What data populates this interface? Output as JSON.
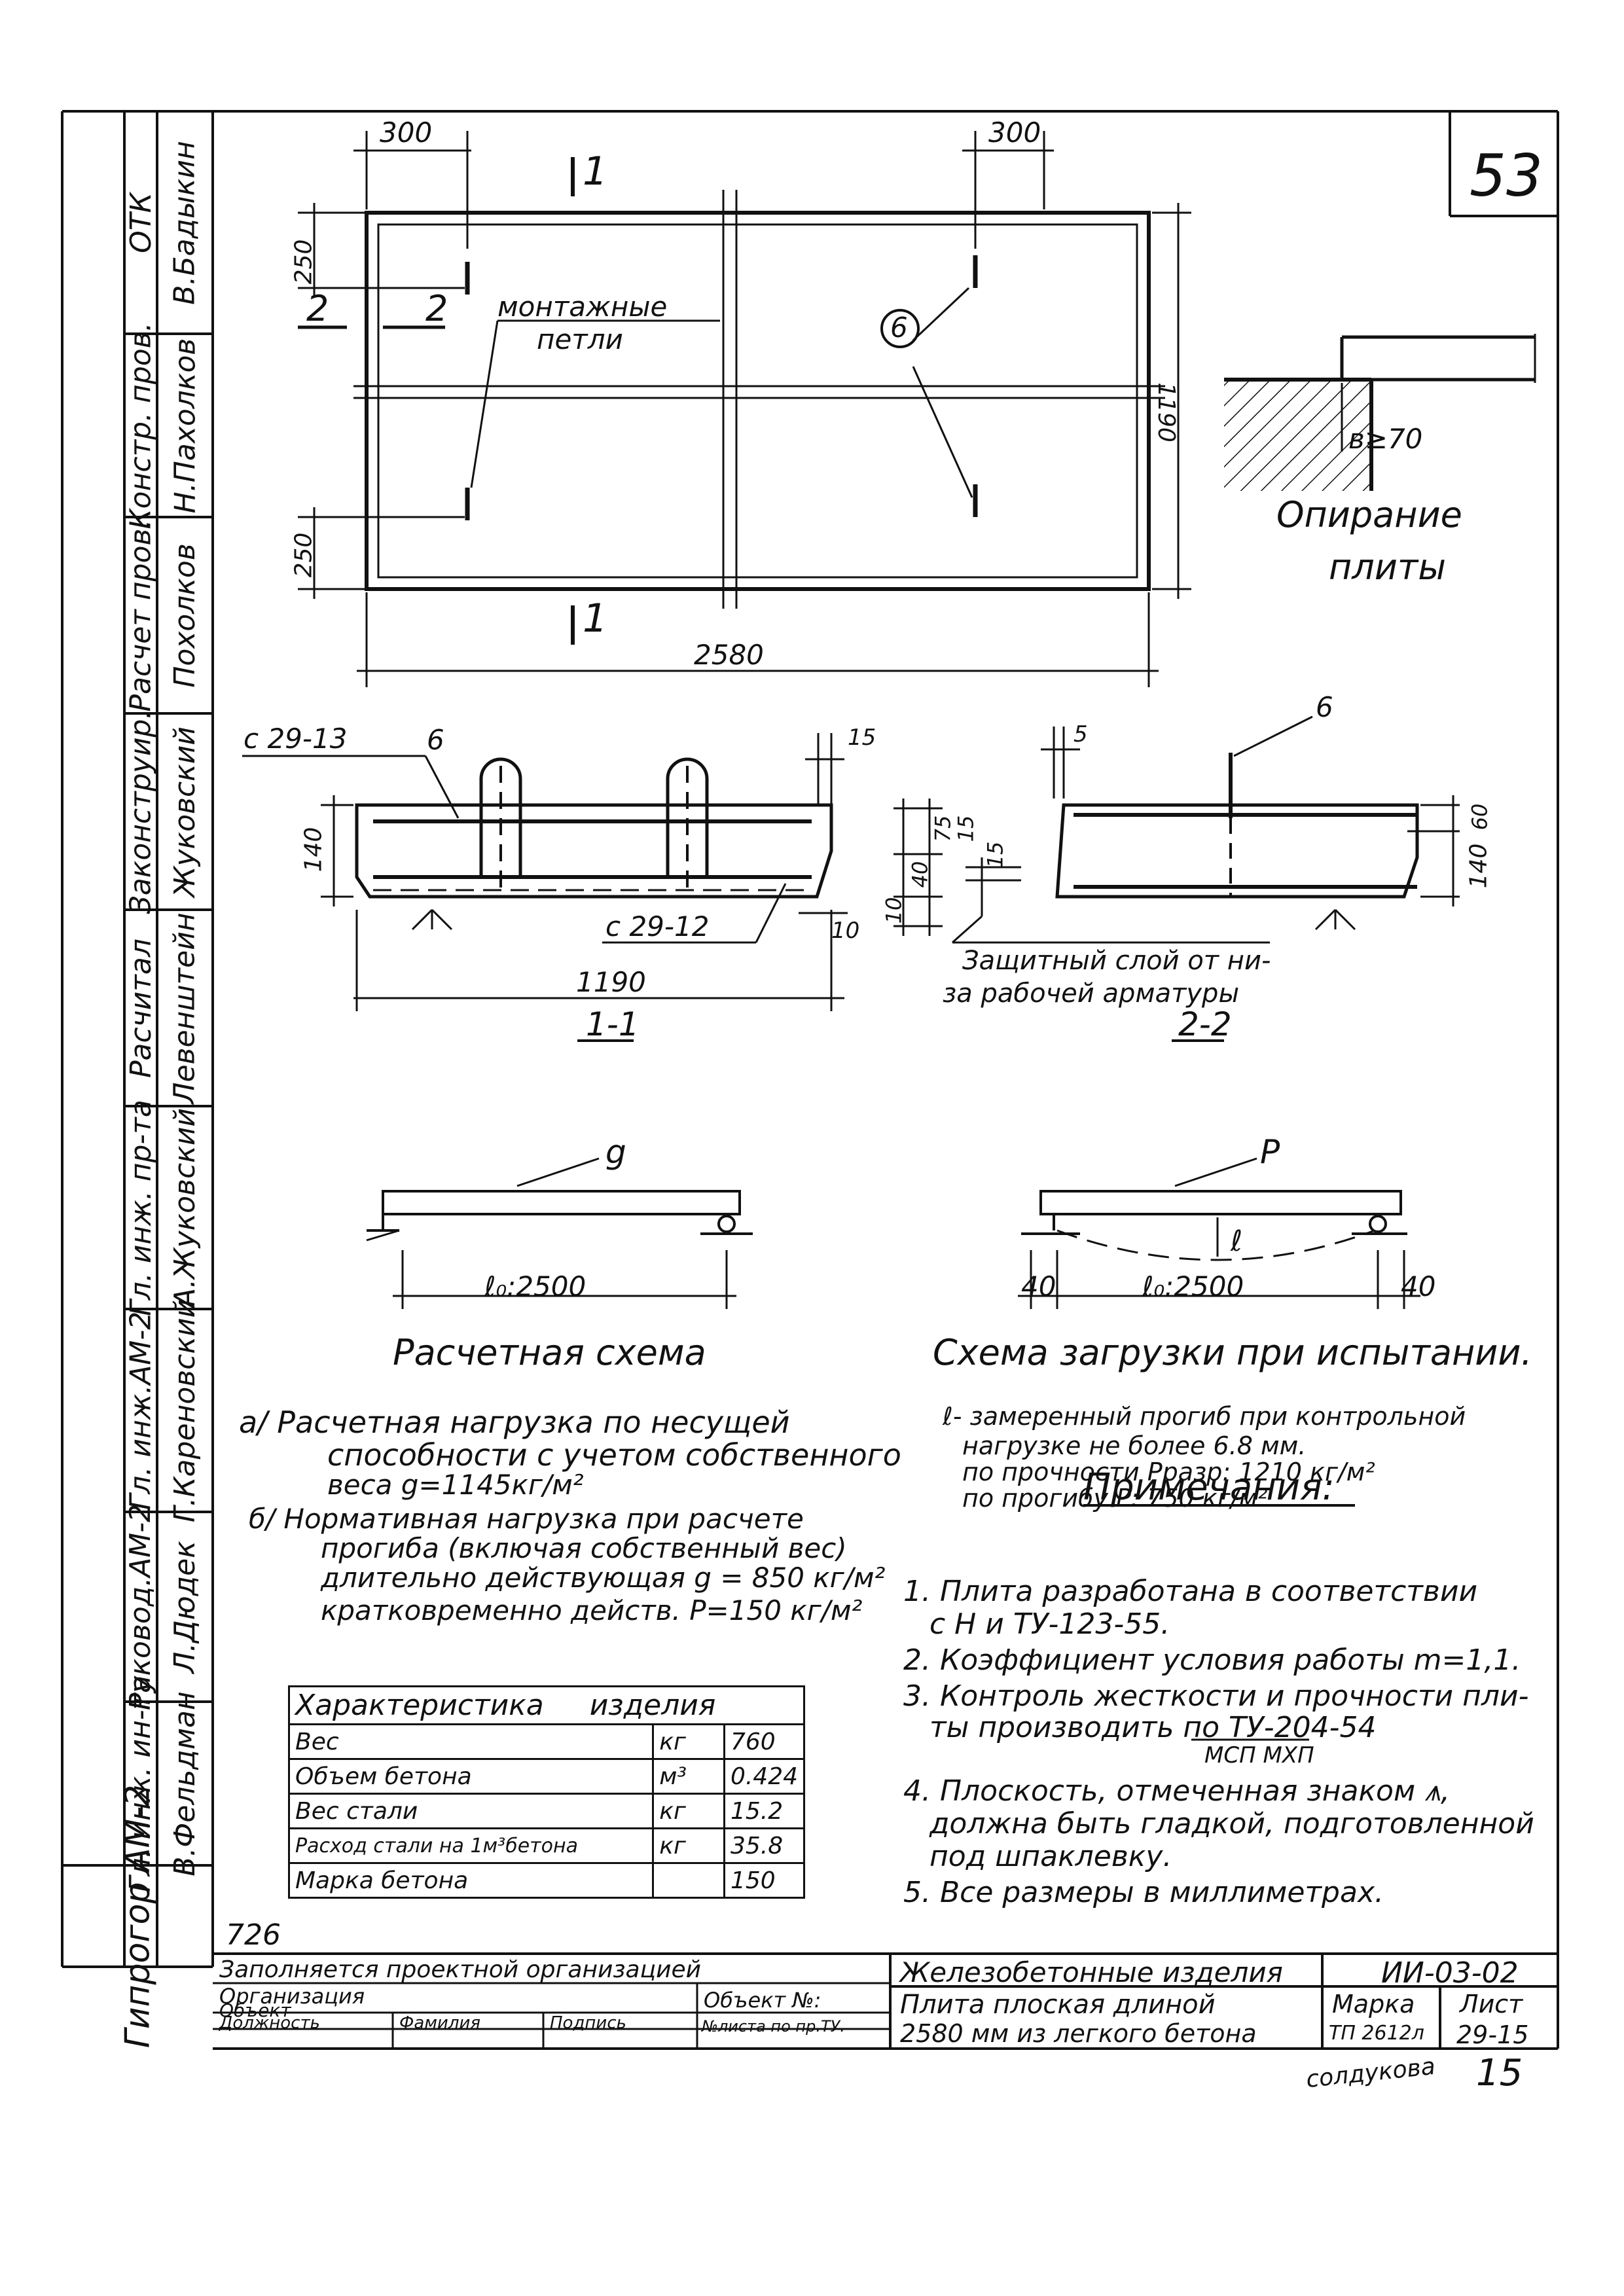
{
  "page_number": "53",
  "side_stamp": {
    "roles": [
      "ОТК",
      "Констр. пров.",
      "Расчет пров.",
      "Законструир.",
      "Расчитал",
      "Гл. инж. пр-та",
      "Гл. инж.АМ-2",
      "Руковод.АМ-2",
      "Гл. инж. ин-та"
    ],
    "names": [
      "В.Бадыкин",
      "Н.Пахолков",
      "Похолков",
      "Жуковский",
      "Левенштейн",
      "А.Жуковский",
      "Г.Кареновский",
      "Л.Дюдек",
      "В.Фельдман"
    ],
    "org": "Гипрогор АМ-2"
  },
  "plan": {
    "dim_top_left": "300",
    "dim_top_right": "300",
    "dim_left_top": "250",
    "dim_left_bottom": "250",
    "dim_height": "1190",
    "dim_length": "2580",
    "section_mark_top": "1",
    "section_mark_bottom": "1",
    "section_mark_2": "2",
    "section_mark_2b": "2",
    "loops_label_1": "монтажные",
    "loops_label_2": "петли",
    "callout": "6"
  },
  "support": {
    "dim": "в≥70",
    "caption_1": "Опирание",
    "caption_2": "плиты"
  },
  "section_1": {
    "bar_top": "с 29-13",
    "bar_bottom": "с 29-12",
    "callout": "6",
    "dim_height": "140",
    "dim_width": "1190",
    "dim_15": "15",
    "dim_10": "10",
    "title": "1-1"
  },
  "cover": {
    "d75": "75",
    "d15a": "15",
    "d40": "40",
    "d10": "10",
    "d15b": "15",
    "note_1": "Защитный слой от ни-",
    "note_2": "за рабочей арматуры"
  },
  "section_2": {
    "callout": "6",
    "dim_5": "5",
    "dim_60": "60",
    "dim_140": "140",
    "title": "2-2"
  },
  "calc_scheme": {
    "load": "g",
    "span": "ℓ₀:2500",
    "caption": "Расчетная схема"
  },
  "test_scheme": {
    "load": "P",
    "deflection": "ℓ",
    "span": "ℓ₀:2500",
    "left": "40",
    "right": "40",
    "caption": "Схема загрузки при испытании."
  },
  "loads": {
    "a_1": "а/  Расчетная нагрузка по несущей",
    "a_2": "способности с учетом собственного",
    "a_3": "веса g=1145кг/м²",
    "b_1": "б/  Нормативная нагрузка при расчете",
    "b_2": "прогиба (включая собственный вес)",
    "b_3": "длительно действующая  g = 850 кг/м²",
    "b_4": "кратковременно действ.  P=150 кг/м²"
  },
  "test_notes": {
    "l1": "ℓ- замеренный прогиб при контрольной",
    "l2": "нагрузке не более 6.8 мм.",
    "l3": "по прочности Рразр: 1210 кг/м²",
    "l4": "по прогибу   P: 750 кг/м²"
  },
  "notes": {
    "title": "Примечания:",
    "items": [
      "1. Плита разработана в соответствии",
      "с Н и ТУ-123-55.",
      "2. Коэффициент условия работы m=1,1.",
      "3. Контроль жесткости и прочности пли-",
      "ты производить по ТУ-204-54",
      "МСП МХП",
      "4. Плоскость, отмеченная знаком ⩚,",
      "должна быть гладкой, подготовленной",
      "под шпаклевку.",
      "5. Все размеры в миллиметрах."
    ]
  },
  "characteristics": {
    "header_1": "Характеристика",
    "header_2": "изделия",
    "rows": [
      {
        "name": "Вес",
        "unit": "кг",
        "value": "760"
      },
      {
        "name": "Объем бетона",
        "unit": "м³",
        "value": "0.424"
      },
      {
        "name": "Вес стали",
        "unit": "кг",
        "value": "15.2"
      },
      {
        "name": "Расход стали на 1м³бетона",
        "unit": "кг",
        "value": "35.8"
      },
      {
        "name": "Марка бетона",
        "unit": "",
        "value": "150"
      }
    ]
  },
  "sheet_code": "726",
  "title_block": {
    "filled_by": "Заполняется проектной организацией",
    "org": "Организация",
    "object": "Объект",
    "object_no": "Объект №:",
    "sheets_no": "№листа по пр.ТУ.",
    "position": "Должность",
    "surname": "Фамилия",
    "signature": "Подпись",
    "series_title": "Железобетонные изделия",
    "series_code": "ИИ-03-02",
    "desc_1": "Плита плоская длиной",
    "desc_2": "2580 мм из легкого бетона",
    "mark_label": "Марка",
    "sheet_label": "Лист",
    "mark_value": "ТП 2612л",
    "sheet_value": "29-15"
  },
  "footer_note": "солдукова",
  "footer_num": "15"
}
